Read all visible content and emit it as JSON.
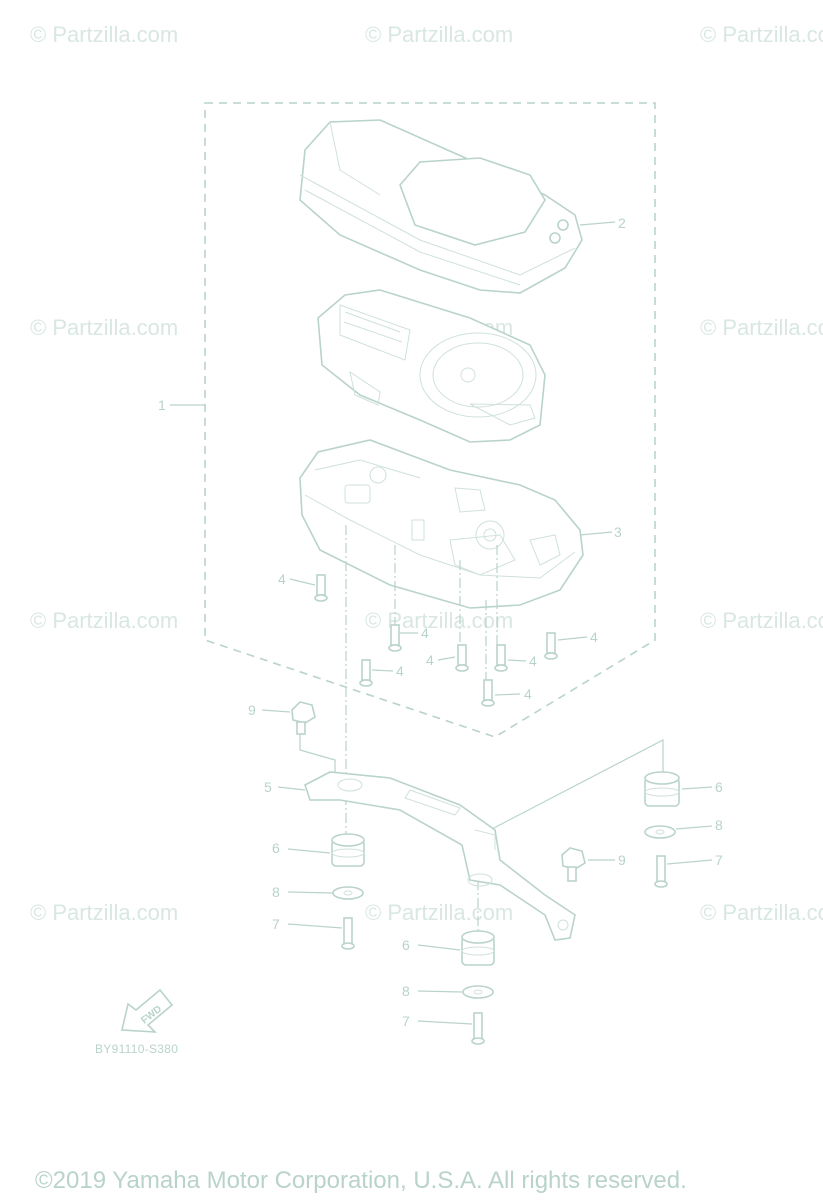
{
  "watermark": "© Partzilla.com",
  "callouts": {
    "c1": "1",
    "c2": "2",
    "c3": "3",
    "c4": "4",
    "c5": "5",
    "c6": "6",
    "c7": "7",
    "c8": "8",
    "c9": "9"
  },
  "diagram_code": "BY91110-S380",
  "fwd_label": "FWD",
  "copyright": "©2019 Yamaha Motor Corporation, U.S.A. All rights reserved."
}
